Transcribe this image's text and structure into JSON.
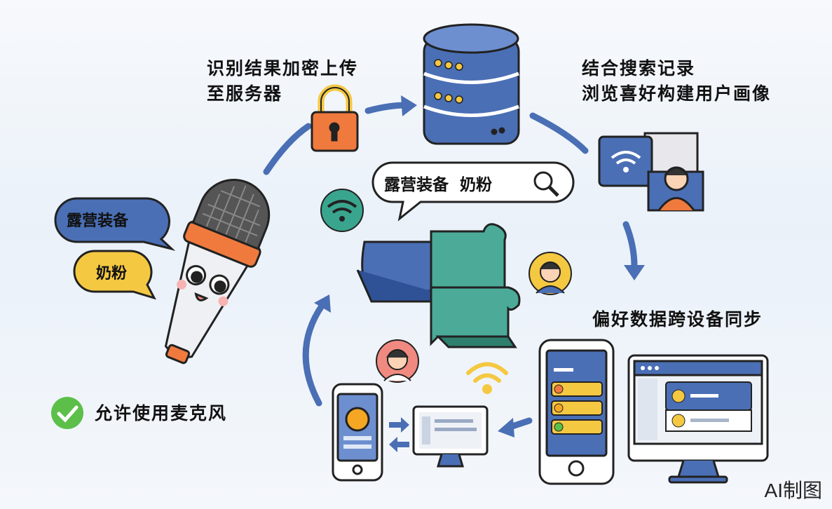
{
  "labels": {
    "upload": [
      "识别结果加密上传",
      "至服务器"
    ],
    "profile": [
      "结合搜索记录",
      "浏览喜好构建用户画像"
    ],
    "sync": "偏好数据跨设备同步",
    "mic_permission": "允许使用麦克风"
  },
  "search_bar": {
    "query": "露营装备  奶粉",
    "icon": "search-icon"
  },
  "speech": {
    "first": "露营装备",
    "second": "奶粉"
  },
  "watermark": "AI制图",
  "colors": {
    "blue": "#4a6fb5",
    "teal": "#4bab98",
    "orange": "#f07a3e",
    "yellow": "#f5c842",
    "green": "#5cbf4a"
  }
}
